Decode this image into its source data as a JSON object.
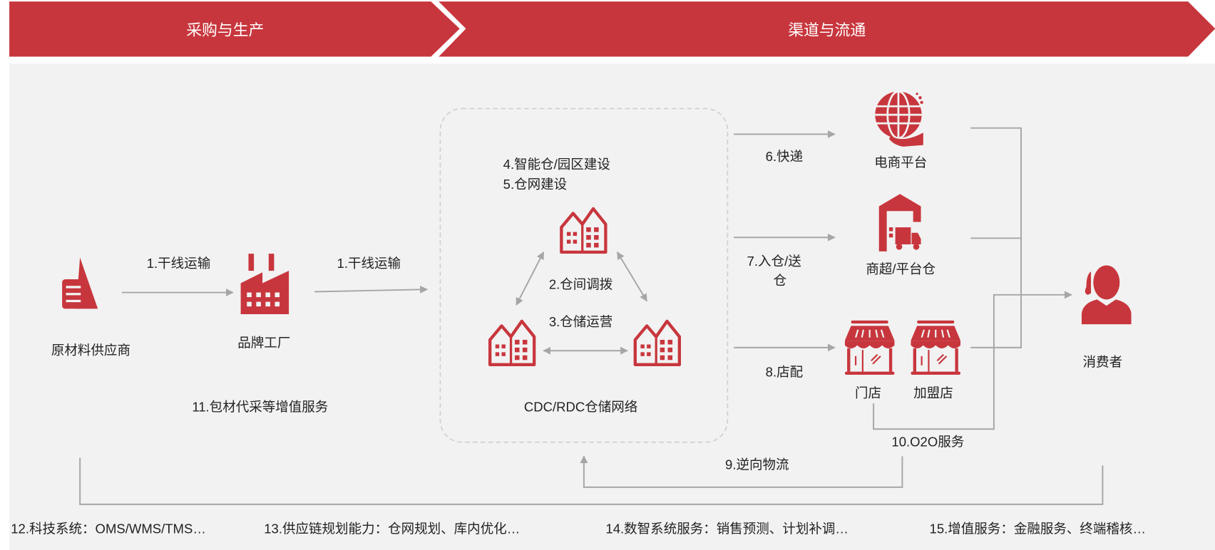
{
  "header": {
    "left": "采购与生产",
    "right": "渠道与流通"
  },
  "nodes": {
    "supplier": "原材料供应商",
    "factory": "品牌工厂",
    "warehouse_network": "CDC/RDC仓储网络",
    "ecommerce": "电商平台",
    "supermarket": "商超/平台仓",
    "store": "门店",
    "franchise": "加盟店",
    "consumer": "消费者"
  },
  "services": {
    "s1a": "1.干线运输",
    "s1b": "1.干线运输",
    "s2": "2.仓间调拨",
    "s3": "3.仓储运营",
    "s4": "4.智能仓/园区建设",
    "s5": "5.仓网建设",
    "s6": "6.快递",
    "s7_line1": "7.入仓/送",
    "s7_line2": "仓",
    "s8": "8.店配",
    "s9": "9.逆向物流",
    "s10": "10.O2O服务",
    "s11": "11.包材代采等增值服务"
  },
  "footer": [
    "12.科技系统：OMS/WMS/TMS…",
    "13.供应链规划能力：仓网规划、库内优化…",
    "14.数智系统服务：销售预测、计划补调…",
    "15.增值服务：金融服务、终端稽核…"
  ],
  "colors": {
    "brand": "#c8363d",
    "line": "#a6a6a6",
    "panel": "#f2f2f2"
  }
}
